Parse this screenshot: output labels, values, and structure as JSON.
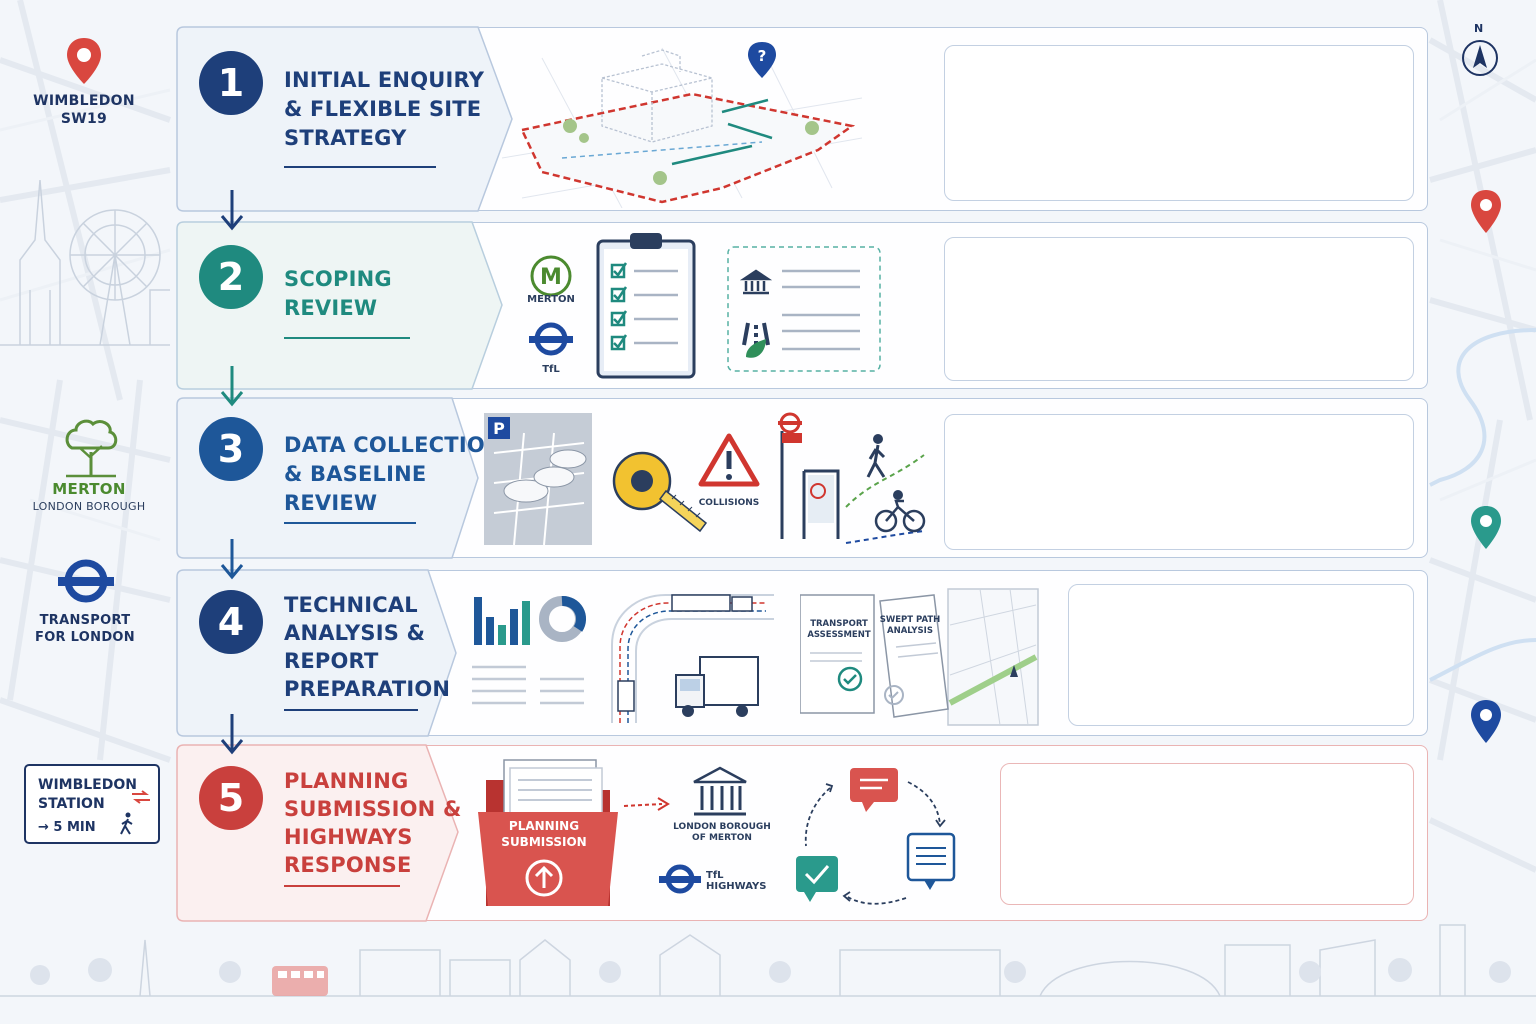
{
  "sidebar_left": {
    "location_line1": "WIMBLEDON",
    "location_line2": "SW19",
    "council_line1": "MERTON",
    "council_line2": "LONDON BOROUGH",
    "tfl_line1": "TRANSPORT",
    "tfl_line2": "FOR LONDON",
    "station_sign": {
      "line1": "WIMBLEDON",
      "line2": "STATION",
      "time": "→ 5 MIN"
    }
  },
  "compass": {
    "label": "N"
  },
  "stages": [
    {
      "number": "1",
      "title_lines": [
        "INITIAL ENQUIRY",
        "& FLEXIBLE SITE",
        "STRATEGY"
      ],
      "color": "#1e3f7a"
    },
    {
      "number": "2",
      "title_lines": [
        "SCOPING",
        "REVIEW"
      ],
      "color": "#1f8a7f"
    },
    {
      "number": "3",
      "title_lines": [
        "DATA COLLECTION",
        "& BASELINE",
        "REVIEW"
      ],
      "color": "#1e5799"
    },
    {
      "number": "4",
      "title_lines": [
        "TECHNICAL",
        "ANALYSIS &",
        "REPORT",
        "PREPARATION"
      ],
      "color": "#1e3f7a"
    },
    {
      "number": "5",
      "title_lines": [
        "PLANNING",
        "SUBMISSION &",
        "HIGHWAYS",
        "RESPONSE"
      ],
      "color": "#c9403d"
    }
  ],
  "stage2_labels": {
    "merton": "MERTON",
    "tfl": "TfL"
  },
  "stage3_labels": {
    "collisions": "COLLISIONS",
    "parking_sign": "P"
  },
  "stage4_labels": {
    "doc1_line1": "TRANSPORT",
    "doc1_line2": "ASSESSMENT",
    "doc2_line1": "SWEPT PATH",
    "doc2_line2": "ANALYSIS"
  },
  "stage5_labels": {
    "folder_line1": "PLANNING",
    "folder_line2": "SUBMISSION",
    "council_line1": "LONDON BOROUGH",
    "council_line2": "OF MERTON",
    "tfl_line1": "TfL",
    "tfl_line2": "HIGHWAYS"
  },
  "colors": {
    "navy": "#1e3f7a",
    "teal": "#1f8a7f",
    "blue": "#1e5799",
    "red": "#c9403d",
    "green": "#5b8f3a"
  },
  "icons": [
    "location-pin-icon",
    "compass-icon",
    "merton-tree-icon",
    "tfl-roundel-icon",
    "walking-person-icon",
    "rail-icon"
  ]
}
